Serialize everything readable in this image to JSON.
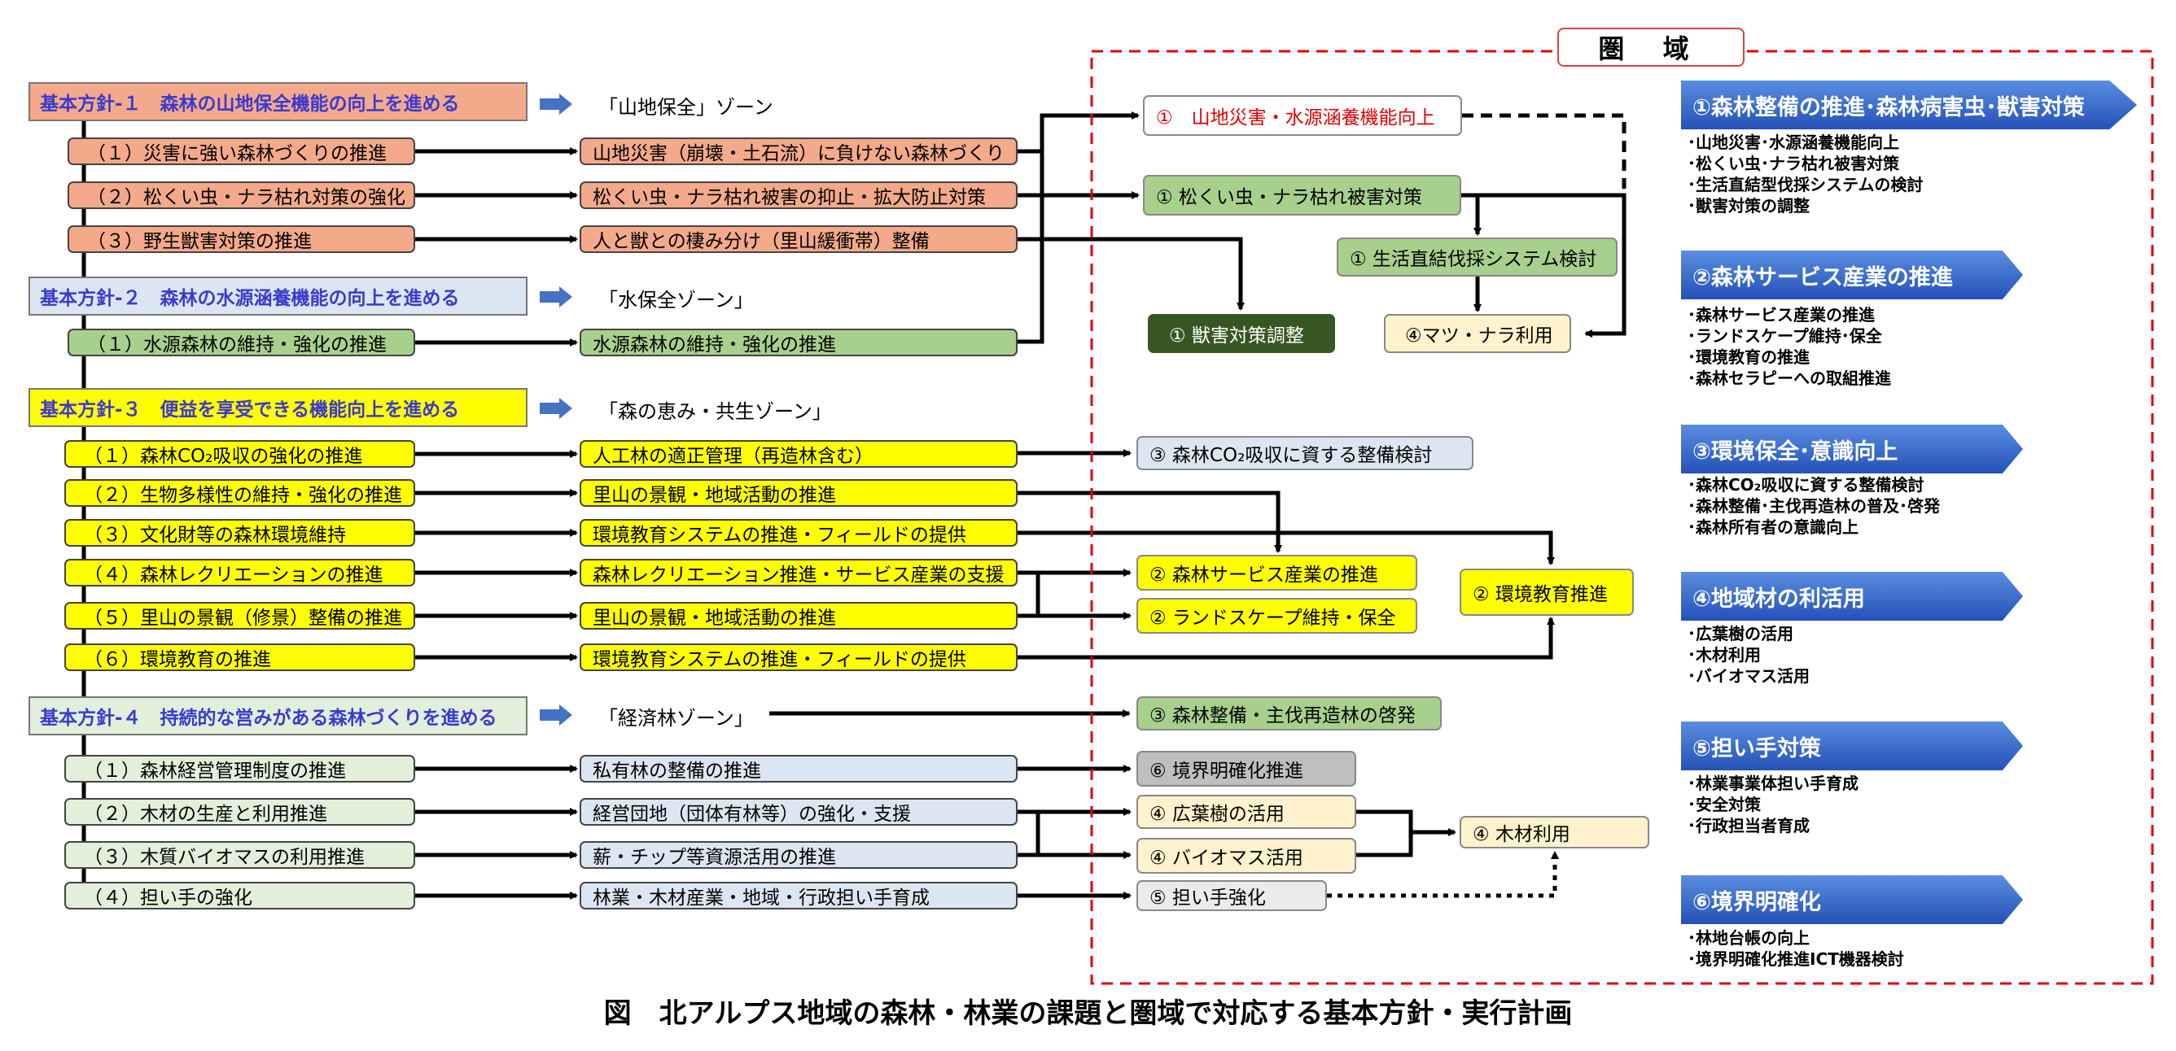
{
  "circle_title": "圏 域",
  "caption": "図　北アルプス地域の森林・林業の課題と圏域で対応する基本方針・実行計画",
  "policies": [
    {
      "label": "基本方針‐１　森林の山地保全機能の向上を進める",
      "zone": "「山地保全」ゾーン"
    },
    {
      "label": "基本方針‐２　森林の水源涵養機能の向上を進める",
      "zone": "「水保全ゾーン」"
    },
    {
      "label": "基本方針‐３　便益を享受できる機能向上を進める",
      "zone": "「森の恵み・共生ゾーン」"
    },
    {
      "label": "基本方針‐４　持続的な営みがある森林づくりを進める",
      "zone": "「経済林ゾーン」"
    }
  ],
  "measures": [
    "（１）災害に強い森林づくりの推進",
    "（２）松くい虫・ナラ枯れ対策の強化",
    "（３）野生獣害対策の推進",
    "（１）水源森林の維持・強化の推進",
    "（１）森林CO₂吸収の強化の推進",
    "（２）生物多様性の維持・強化の推進",
    "（３）文化財等の森林環境維持",
    "（４）森林レクリエーションの推進",
    "（５）里山の景観（修景）整備の推進",
    "（６）環境教育の推進",
    "（１）森林経営管理制度の推進",
    "（２）木材の生産と利用推進",
    "（３）木質バイオマスの利用推進",
    "（４）担い手の強化"
  ],
  "actions": [
    "山地災害（崩壊・土石流）に負けない森林づくり",
    "松くい虫・ナラ枯れ被害の抑止・拡大防止対策",
    "人と獣との棲み分け（里山緩衝帯）整備",
    "水源森林の維持・強化の推進",
    "人工林の適正管理（再造林含む）",
    "里山の景観・地域活動の推進",
    "環境教育システムの推進・フィールドの提供",
    "森林レクリエーション推進・サービス産業の支援",
    "里山の景観・地域活動の推進",
    "環境教育システムの推進・フィールドの提供",
    "私有林の整備の推進",
    "経営団地（団体有林等）の強化・支援",
    "薪・チップ等資源活用の推進",
    "林業・木材産業・地域・行政担い手育成"
  ],
  "plans": {
    "p1": "①　山地災害・水源涵養機能向上",
    "p2": "① 松くい虫・ナラ枯れ被害対策",
    "p3": "① 生活直結伐採システム検討",
    "p4": "① 獣害対策調整",
    "p5": "④マツ・ナラ利用",
    "p6": "③ 森林CO₂吸収に資する整備検討",
    "p7": "② 森林サービス産業の推進",
    "p8": "② ランドスケープ維持・保全",
    "p9": "② 環境教育推進",
    "p10": "③ 森林整備・主伐再造林の啓発",
    "p11": "⑥ 境界明確化推進",
    "p12": "④ 広葉樹の活用",
    "p13": "④ バイオマス活用",
    "p14": "④ 木材利用",
    "p15": "⑤ 担い手強化"
  },
  "categories": [
    {
      "title": "①森林整備の推進･森林病害虫･獣害対策",
      "items": [
        "･山地災害･水源涵養機能向上",
        "･松くい虫･ナラ枯れ被害対策",
        "･生活直結型伐採システムの検討",
        "･獣害対策の調整"
      ]
    },
    {
      "title": "②森林サービス産業の推進",
      "items": [
        "･森林サービス産業の推進",
        "･ランドスケープ維持･保全",
        "･環境教育の推進",
        "･森林セラピーへの取組推進"
      ]
    },
    {
      "title": "③環境保全･意識向上",
      "items": [
        "･森林CO₂吸収に資する整備検討",
        "･森林整備･主伐再造林の普及･啓発",
        "･森林所有者の意識向上"
      ]
    },
    {
      "title": "④地域材の利活用",
      "items": [
        "･広葉樹の活用",
        "･木材利用",
        "･バイオマス活用"
      ]
    },
    {
      "title": "⑤担い手対策",
      "items": [
        "･林業事業体担い手育成",
        "･安全対策",
        "･行政担当者育成"
      ]
    },
    {
      "title": "⑥境界明確化",
      "items": [
        "･林地台帳の向上",
        "･境界明確化推進ICT機器検討"
      ]
    }
  ],
  "colors": {
    "salmon": "#f4a98a",
    "green": "#a8d08d",
    "yellow": "#ffff00",
    "light_blue": "#dce6f2",
    "light_green": "#e2efda",
    "cream": "#fff2cc",
    "dark_green": "#375623",
    "grey": "#bfbfbf",
    "red_dash": "#e00000",
    "policy_blue": "#3a3ad0"
  }
}
